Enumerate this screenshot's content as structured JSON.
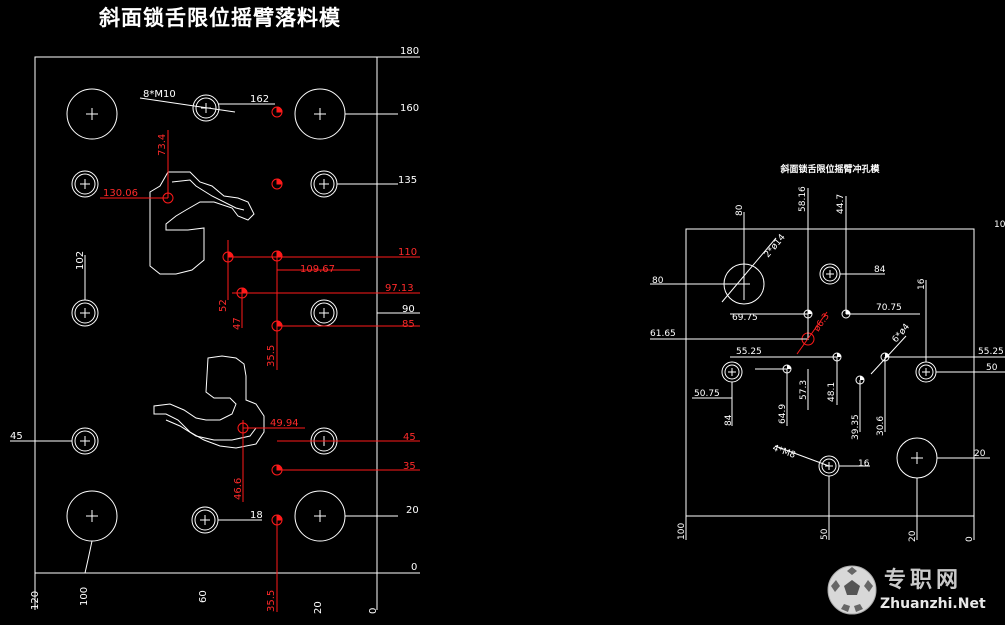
{
  "titles": {
    "main": "斜面锁舌限位摇臂落料模",
    "sub": "斜面锁舌限位摇臂冲孔模"
  },
  "watermark": {
    "cn": "专职网",
    "en": "Zhuanzhi.Net",
    "logo": "soccer-ball-logo"
  },
  "left_drawing": {
    "white_labels": {
      "r180": "180",
      "r160": "160",
      "r135": "135",
      "r90": "90",
      "r20": "20",
      "r0": "0",
      "l45": "45",
      "v102": "102",
      "m10": "8*M10",
      "t162": "162",
      "t18": "18",
      "b120": "120",
      "b100": "100",
      "b60": "60",
      "b20": "20",
      "b0": "0"
    },
    "red_labels": {
      "v73": "73.4",
      "h130": "130.06",
      "r110": "110",
      "h109": "109.67",
      "r97": "97.13",
      "r85": "85",
      "v52": "52",
      "v47": "47",
      "v35a": "35.5",
      "h49": "49.94",
      "r45": "45",
      "r35": "35",
      "v46": "46.6",
      "v35b": "35.5"
    }
  },
  "right_drawing": {
    "labels": {
      "v80": "80",
      "d14": "2*ø14",
      "v58": "58.16",
      "v44": "44.7",
      "r100": "10",
      "h80": "80",
      "h84": "84",
      "h69": "69.75",
      "h70": "70.75",
      "v16": "16",
      "h61": "61.65",
      "d86": "ø6.3",
      "d6": "6*ø4",
      "h55a": "55.25",
      "h55b": "55.25",
      "h50r": "50",
      "h50": "50.75",
      "v84": "84",
      "v64": "64.9",
      "v57": "57.3",
      "v48": "48.1",
      "v39": "39.35",
      "v30": "30.6",
      "m8": "4*M8",
      "h16": "16",
      "h20": "20",
      "b100": "100",
      "b50": "50",
      "b20": "20",
      "b0": "0"
    }
  }
}
